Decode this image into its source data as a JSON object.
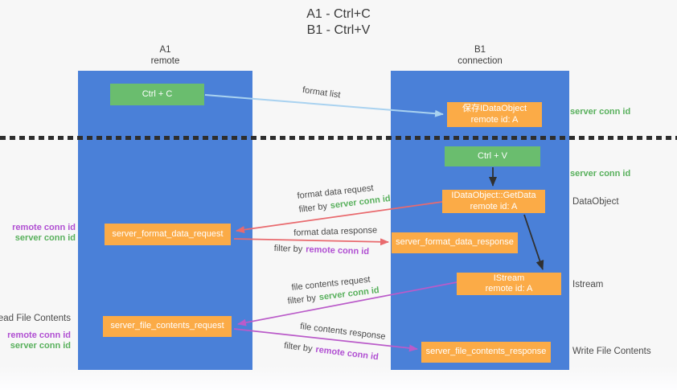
{
  "title": {
    "line1": "A1 - Ctrl+C",
    "line2": "B1 - Ctrl+V"
  },
  "lanes": {
    "left": {
      "name": "A1",
      "subtitle": "remote"
    },
    "right": {
      "name": "B1",
      "subtitle": "connection"
    }
  },
  "nodes": {
    "ctrl_c": {
      "label": "Ctrl + C"
    },
    "ctrl_v": {
      "label": "Ctrl + V"
    },
    "save_idataobject": {
      "line1": "保存IDataObject",
      "line2": "remote id: A"
    },
    "idataobject_getdata": {
      "line1": "IDataObject::GetData",
      "line2": "remote id: A"
    },
    "istream": {
      "line1": "IStream",
      "line2": "remote id: A"
    },
    "server_format_data_request": {
      "label": "server_format_data_request"
    },
    "server_format_data_response": {
      "label": "server_format_data_response"
    },
    "server_file_contents_request": {
      "label": "server_file_contents_request"
    },
    "server_file_contents_response": {
      "label": "server_file_contents_response"
    }
  },
  "side_labels": {
    "right_server_conn_id_top": "server conn id",
    "right_server_conn_id_mid": "server conn id",
    "dataobject": "DataObject",
    "istream": "Istream",
    "write_file_contents": "Write File Contents",
    "left_remote_conn_id_top": "remote conn id",
    "left_server_conn_id_top": "server conn id",
    "read_file_contents": "Read File Contents",
    "left_remote_conn_id_bottom": "remote conn id",
    "left_server_conn_id_bottom": "server conn id"
  },
  "arrow_labels": {
    "format_list": "format list",
    "format_data_request": "format data request",
    "format_data_response": "format data response",
    "file_contents_request": "file contents request",
    "file_contents_response": "file contents response",
    "filter_by": "filter by",
    "server_conn_id": "server conn id",
    "remote_conn_id": "remote conn id"
  },
  "colors": {
    "lane_blue": "#4a80d8",
    "node_orange": "#fbab47",
    "node_green": "#6abd6e",
    "text_green": "#58b05c",
    "text_purple": "#b04fd2",
    "arrow_red": "#e96a6e",
    "arrow_purple": "#ba5bc9",
    "arrow_lightblue": "#a9d2f0",
    "arrow_black": "#303030"
  }
}
